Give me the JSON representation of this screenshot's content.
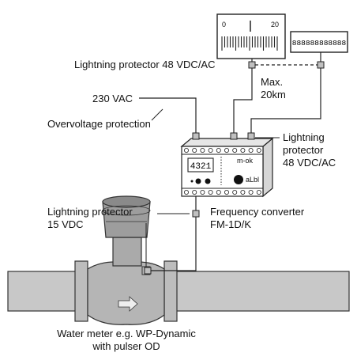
{
  "analog_display": {
    "scale_min": "0",
    "scale_max": "20"
  },
  "digital_counter": {
    "digits": "888888888888"
  },
  "labels": {
    "lightning_48_top": "Lightning protector 48 VDC/AC",
    "max_distance_1": "Max.",
    "max_distance_2": "20km",
    "vac_230": "230 VAC",
    "overvoltage": "Overvoltage protection",
    "lightning_48_side_1": "Lightning",
    "lightning_48_side_2": "protector",
    "lightning_48_side_3": "48 VDC/AC",
    "lightning_15_1": "Lightning protector",
    "lightning_15_2": "15 VDC",
    "converter_1": "Frequency converter",
    "converter_2": "FM-1D/K",
    "meter_1": "Water meter e.g. WP-Dynamic",
    "meter_2": "with pulser OD"
  },
  "converter_unit": {
    "display_value": "4321",
    "brand": "m-ok",
    "button_label": "aLbl"
  }
}
